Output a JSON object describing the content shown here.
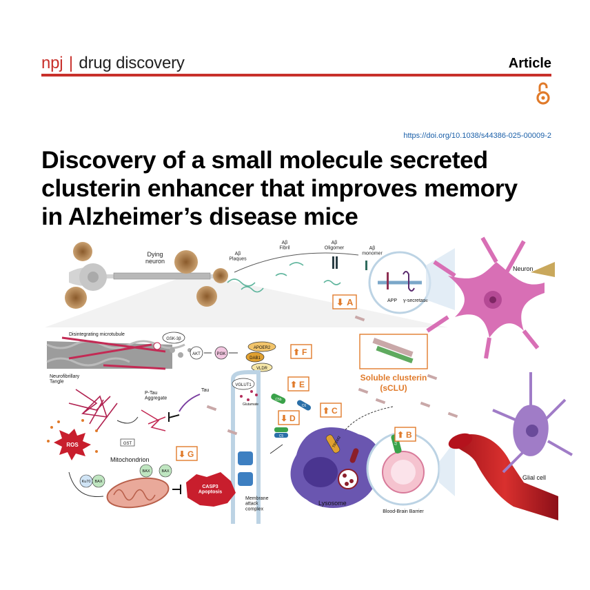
{
  "header": {
    "journal_npj": "npj",
    "journal_sep": "|",
    "journal_name": "drug discovery",
    "article_type": "Article",
    "open_access_icon": "open-access-icon"
  },
  "doi": "https://doi.org/10.1038/s44386-025-00009-2",
  "title_lines": [
    "Discovery of a small molecule secreted",
    "clusterin enhancer that improves memory",
    "in Alzheimer’s disease mice"
  ],
  "figure": {
    "dying_neuron": "Dying\nneuron",
    "plaques": "Aβ\nPlaques",
    "fibril": "Aβ\nFibril",
    "oligomer": "Aβ\nOligomer",
    "monomer": "Aβ\nmonomer",
    "app": "APP",
    "gamma_secretase": "γ-secretase",
    "neuron": "Neuron",
    "disintegrating_microtubule": "Disintegrating microtubule",
    "gsk3b": "GSK-3β",
    "akt": "AKT",
    "pi3k": "PI3K",
    "apoer2": "APOER2",
    "dab1": "DAB1",
    "vldr": "VLDR",
    "neurofibrillary_tangle": "Neurofibrillary\nTangle",
    "p_tau": "P-Tau\nAggregate",
    "tau": "Tau",
    "vglut1": "VGLUT1",
    "glutamate": "Glutamate",
    "soluble_clusterin": "Soluble clusterin",
    "sclu": "(sCLU)",
    "c5b": "C5b",
    "c6": "C6",
    "c5": "C5",
    "trem2": "TREM2",
    "lrp2": "LRP2",
    "ros": "ROS",
    "gst": "GST",
    "mitochondrion": "Mitochondrion",
    "ku70": "Ku70",
    "bax": "BAX",
    "casp3": "CASP3\nApoptosis",
    "membrane_attack": "Membrane\nattack\ncomplex",
    "lysosome": "Lysosome",
    "bbb": "Blood-Brain Barrier",
    "glial_cell": "Glial cell",
    "markers": [
      "A",
      "B",
      "C",
      "D",
      "E",
      "F",
      "G"
    ]
  }
}
